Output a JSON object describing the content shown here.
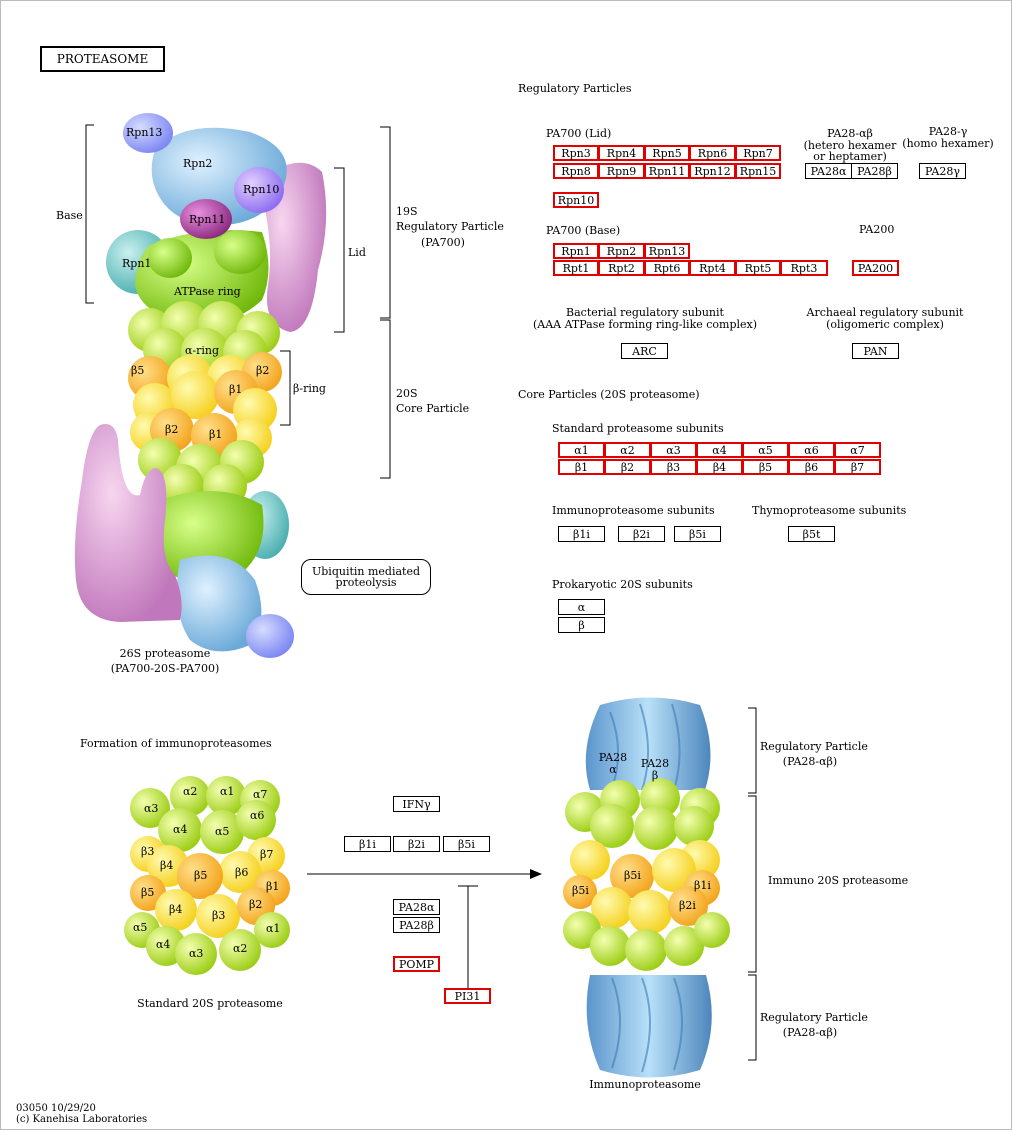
{
  "title": "PROTEASOME",
  "footer": {
    "line1": "03050 10/29/20",
    "line2": "(c) Kanehisa Laboratories"
  },
  "colors": {
    "gene_border": "#e00000",
    "plain_border": "#000000"
  },
  "structure_labels": {
    "base": "Base",
    "lid": "Lid",
    "s19": "19S",
    "reg_particle": "Regulatory Particle",
    "pa700": "(PA700)",
    "s20": "20S",
    "core_particle": "Core Particle",
    "beta_ring": "β-ring",
    "proteasome_26s": "26S proteasome",
    "pa700_20s_pa700": "(PA700-20S-PA700)",
    "rpn13": "Rpn13",
    "rpn2": "Rpn2",
    "rpn10": "Rpn10",
    "rpn11": "Rpn11",
    "rpn1": "Rpn1",
    "atpase_ring": "ATPase ring",
    "alpha_ring": "α-ring",
    "b5": "β5",
    "b2": "β2",
    "b1": "β1",
    "b2b": "β2",
    "b1b": "β1"
  },
  "ubiquitin_link": {
    "line1": "Ubiquitin mediated",
    "line2": "proteolysis"
  },
  "regulatory_particles": {
    "heading": "Regulatory Particles",
    "pa700_lid": "PA700 (Lid)",
    "lid_row1": [
      "Rpn3",
      "Rpn4",
      "Rpn5",
      "Rpn6",
      "Rpn7"
    ],
    "lid_row2": [
      "Rpn8",
      "Rpn9",
      "Rpn11",
      "Rpn12",
      "Rpn15"
    ],
    "lid_extra": "Rpn10",
    "pa28ab": {
      "title": "PA28-αβ",
      "sub1": "(hetero hexamer",
      "sub2": "or heptamer)",
      "alpha": "PA28α",
      "beta": "PA28β"
    },
    "pa28g": {
      "title": "PA28-γ",
      "sub": "(homo hexamer)",
      "gene": "PA28γ"
    },
    "pa700_base": "PA700 (Base)",
    "base_row1": [
      "Rpn1",
      "Rpn2",
      "Rpn13"
    ],
    "base_row2": [
      "Rpt1",
      "Rpt2",
      "Rpt6",
      "Rpt4",
      "Rpt5",
      "Rpt3"
    ],
    "pa200": {
      "title": "PA200",
      "gene": "PA200"
    },
    "bacterial": {
      "title": "Bacterial regulatory subunit",
      "sub": "(AAA ATPase forming ring-like complex)",
      "gene": "ARC"
    },
    "archaeal": {
      "title": "Archaeal regulatory subunit",
      "sub": "(oligomeric complex)",
      "gene": "PAN"
    }
  },
  "core_particles": {
    "heading": "Core Particles (20S proteasome)",
    "standard": "Standard proteasome subunits",
    "alpha_row": [
      "α1",
      "α2",
      "α3",
      "α4",
      "α5",
      "α6",
      "α7"
    ],
    "beta_row": [
      "β1",
      "β2",
      "β3",
      "β4",
      "β5",
      "β6",
      "β7"
    ],
    "immuno": {
      "title": "Immunoproteasome subunits",
      "genes": [
        "β1i",
        "β2i",
        "β5i"
      ]
    },
    "thymo": {
      "title": "Thymoproteasome subunits",
      "gene": "β5t"
    },
    "prokaryotic": {
      "title": "Prokaryotic 20S subunits",
      "genes": [
        "α",
        "β"
      ]
    }
  },
  "formation": {
    "heading": "Formation of immunoproteasomes",
    "standard_label": "Standard 20S proteasome",
    "ifn": "IFNγ",
    "immuno_genes": [
      "β1i",
      "β2i",
      "β5i"
    ],
    "pa28_genes": [
      "PA28α",
      "PA28β"
    ],
    "pomp": "POMP",
    "pi31": "PI31",
    "immunoproteasome_label": "Immunoproteasome",
    "reg_top_1": "Regulatory Particle",
    "reg_top_2": "(PA28-αβ)",
    "immuno20s": "Immuno 20S proteasome",
    "reg_bot_1": "Regulatory Particle",
    "reg_bot_2": "(PA28-αβ)",
    "pa28_alpha_1": "PA28",
    "pa28_alpha_2": "α",
    "pa28_beta_1": "PA28",
    "pa28_beta_2": "β",
    "ip_b5i": "β5i",
    "ip_b5i_c": "β5i",
    "ip_b1i": "β1i",
    "ip_b2i": "β2i",
    "s_labels": {
      "a3": "α3",
      "a2": "α2",
      "a1": "α1",
      "a7": "α7",
      "a4": "α4",
      "a5": "α5",
      "a6": "α6",
      "b3": "β3",
      "b4": "β4",
      "b5": "β5",
      "b6": "β6",
      "b7": "β7",
      "b5b": "β5",
      "b4b": "β4",
      "b3b": "β3",
      "b2": "β2",
      "b1": "β1",
      "a5b": "α5",
      "a4b": "α4",
      "a3b": "α3",
      "a2b": "α2",
      "a1b": "α1"
    }
  }
}
